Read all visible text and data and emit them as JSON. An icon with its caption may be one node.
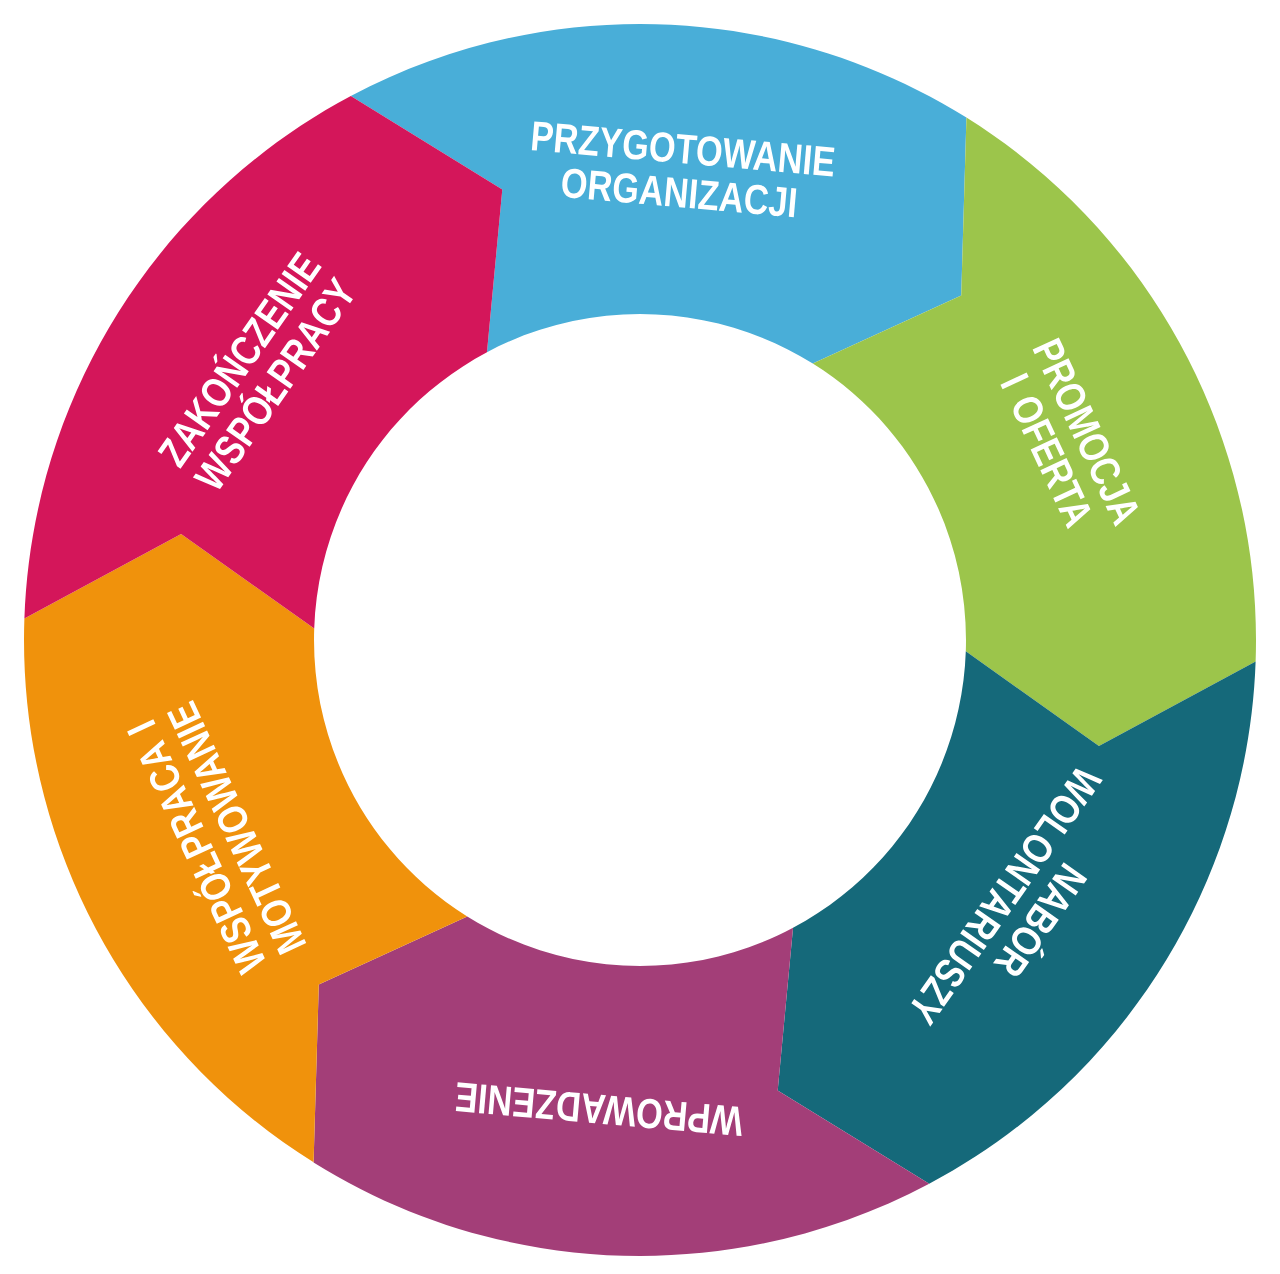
{
  "diagram": {
    "nodes": [
      {
        "text": [
          "PRZYGOTOWANIE ORGANIZACJI"
        ]
      },
      {
        "text": [
          "PROMOCJA I OFERTA"
        ]
      },
      {
        "text": [
          "NABÓR WOLONTARIUSZY"
        ]
      },
      {
        "text": [
          "WPROWADZENIE"
        ]
      },
      {
        "text": [
          "WSPÓŁPRACA I MOTYWOWANIE"
        ]
      },
      {
        "text": [
          "ZAKOŃCZENIE WSPÓŁPRACY"
        ]
      }
    ]
  }
}
